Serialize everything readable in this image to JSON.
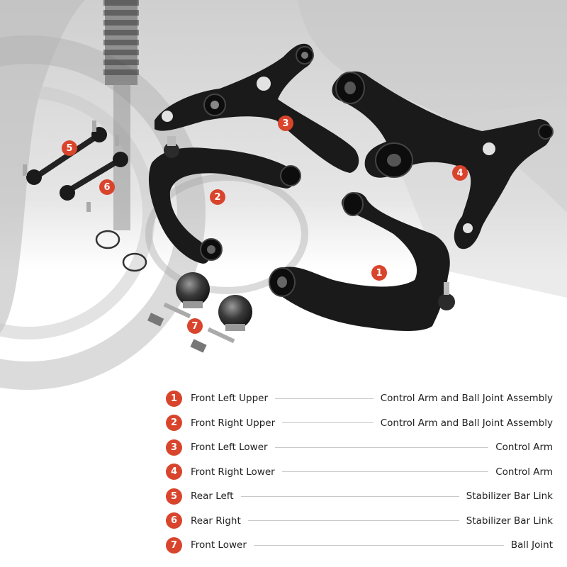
{
  "colors": {
    "accent": "#d9442c",
    "text": "#222222",
    "rule": "#c9c9c9",
    "part_black": "#1a1a1a"
  },
  "callouts": [
    "1",
    "2",
    "3",
    "4",
    "5",
    "6",
    "7"
  ],
  "legend": [
    {
      "num": "1",
      "position": "Front Left Upper",
      "part": "Control Arm and Ball Joint Assembly"
    },
    {
      "num": "2",
      "position": "Front Right Upper",
      "part": "Control Arm and Ball Joint Assembly"
    },
    {
      "num": "3",
      "position": "Front Left Lower",
      "part": "Control Arm"
    },
    {
      "num": "4",
      "position": "Front Right Lower",
      "part": "Control Arm"
    },
    {
      "num": "5",
      "position": "Rear Left",
      "part": "Stabilizer Bar Link"
    },
    {
      "num": "6",
      "position": "Rear Right",
      "part": "Stabilizer Bar Link"
    },
    {
      "num": "7",
      "position": "Front Lower",
      "part": "Ball Joint"
    }
  ]
}
